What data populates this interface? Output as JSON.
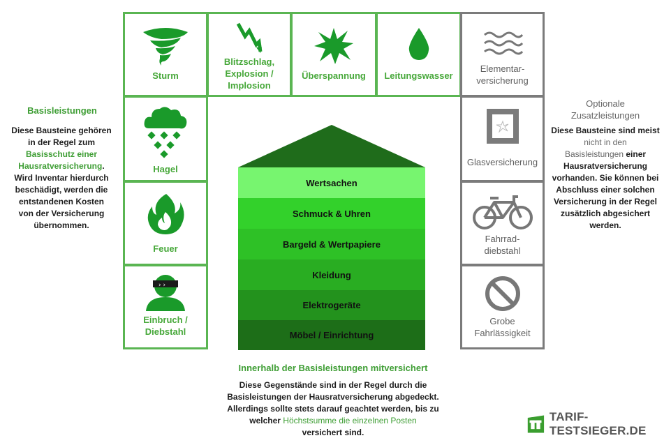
{
  "top_tiles": [
    {
      "label": "Sturm",
      "icon": "tornado-icon"
    },
    {
      "label": "Blitzschlag,\nExplosion /\nImplosion",
      "icon": "lightning-icon"
    },
    {
      "label": "Überspannung",
      "icon": "spark-burst-icon"
    },
    {
      "label": "Leitungswasser",
      "icon": "water-drop-icon"
    }
  ],
  "left_tiles": [
    {
      "label": "Hagel",
      "icon": "hail-cloud-icon"
    },
    {
      "label": "Feuer",
      "icon": "fire-icon"
    },
    {
      "label": "Einbruch /\nDiebstahl",
      "icon": "burglar-icon"
    }
  ],
  "right_tiles": [
    {
      "label": "Elementar-\nversicherung",
      "icon": "waves-icon"
    },
    {
      "label": "Glasversicherung",
      "icon": "broken-glass-icon"
    },
    {
      "label": "Fahrrad-\ndiebstahl",
      "icon": "bicycle-icon"
    },
    {
      "label": "Grobe\nFahrlässigkeit",
      "icon": "prohibited-icon"
    }
  ],
  "left_text": {
    "title": "Basisleistungen",
    "line1": "Diese Bausteine gehören",
    "line2": "in der Regel zum",
    "green1": "Basisschutz einer",
    "green2": "Hausratversicherung",
    "after_green": ".",
    "line3": "Wird Inventar hierdurch",
    "line4": "beschädigt, werden die",
    "line5": "entstandenen Kosten",
    "line6": "von der Versicherung",
    "line7": "übernommen."
  },
  "right_text": {
    "title1": "Optionale",
    "title2": "Zusatzleistungen",
    "line1": "Diese Bausteine sind meist",
    "gray1": "nicht in den",
    "gray2": "Basisleistungen",
    "line2_rest": " einer",
    "line3": "Hausratversicherung",
    "line4": "vorhanden. Sie können bei",
    "line5": "Abschluss einer solchen",
    "line6": "Versicherung in der Regel",
    "line7": "zusätzlich abgesichert",
    "line8": "werden."
  },
  "house_bands": [
    {
      "label": "Wertsachen",
      "color": "#77f56f"
    },
    {
      "label": "Schmuck & Uhren",
      "color": "#33d12b"
    },
    {
      "label": "Bargeld & Wertpapiere",
      "color": "#2ec126"
    },
    {
      "label": "Kleidung",
      "color": "#29ad22"
    },
    {
      "label": "Elektrogeräte",
      "color": "#23921d"
    },
    {
      "label": "Möbel / Einrichtung",
      "color": "#1d6e18"
    }
  ],
  "roof_color": "#1f6c1b",
  "bottom_text": {
    "title": "Innerhalb der Basisleistungen mitversichert",
    "line1": "Diese Gegenstände sind in der Regel durch die",
    "line2": "Basisleistungen der Hausratversicherung abgedeckt.",
    "line3": "Allerdings sollte stets darauf geachtet werden, bis zu",
    "line4_pre": "welcher ",
    "line4_green": "Höchstsumme die einzelnen Posten",
    "line5": "versichert sind."
  },
  "logo": {
    "text": "TARIF-TESTSIEGER.DE",
    "icon": "tarif-testsieger-logo-icon"
  },
  "colors": {
    "green_border": "#5ab552",
    "gray_border": "#7b7b7b",
    "icon_green": "#1a9a2a",
    "icon_gray": "#777777"
  }
}
